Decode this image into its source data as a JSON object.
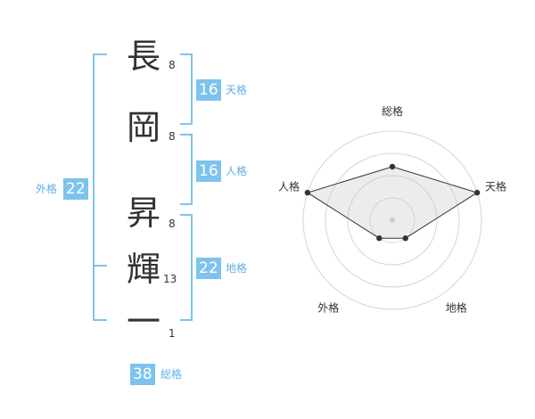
{
  "name_chars": [
    {
      "char": "長",
      "strokes": "8"
    },
    {
      "char": "岡",
      "strokes": "8"
    },
    {
      "char": "昇",
      "strokes": "8"
    },
    {
      "char": "輝",
      "strokes": "13"
    },
    {
      "char": "一",
      "strokes": "1"
    }
  ],
  "kaku": {
    "tenkaku": {
      "value": "16",
      "label": "天格"
    },
    "jinkaku": {
      "value": "16",
      "label": "人格"
    },
    "chikaku": {
      "value": "22",
      "label": "地格"
    },
    "gaikaku": {
      "value": "22",
      "label": "外格"
    },
    "soukaku": {
      "value": "38",
      "label": "総格"
    }
  },
  "colors": {
    "accent": "#7ec3ee",
    "accent_text": "#5fb0e4"
  },
  "chart_data": {
    "type": "radar",
    "axes": [
      "総格",
      "天格",
      "地格",
      "外格",
      "人格"
    ],
    "values": [
      0.6,
      1.0,
      0.25,
      0.25,
      1.0
    ],
    "rings": 4
  }
}
